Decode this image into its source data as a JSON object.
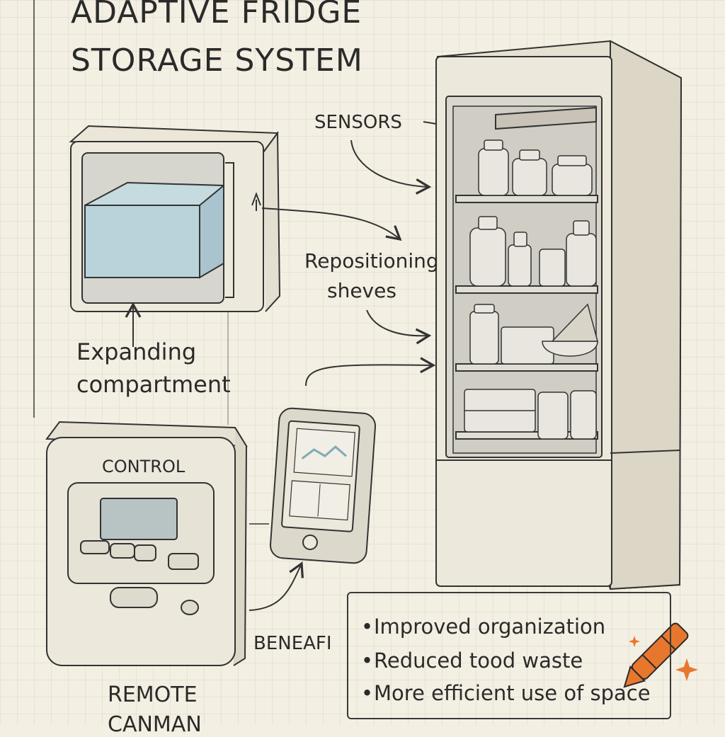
{
  "title": {
    "line1": "ADAPTIVE FRIDGE",
    "line2": "STORAGE SYSTEM"
  },
  "labels": {
    "sensors": "SENSORS",
    "repositioning_line1": "Repositioning",
    "repositioning_line2": "sheves",
    "expanding_line1": "Expanding",
    "expanding_line2": "compartment",
    "control": "CONTROL",
    "benefits": "BENEAFI",
    "remote_line1": "REMOTE",
    "remote_line2": "CANMAN"
  },
  "benefits_list": [
    "Improved organization",
    "Reduced tood waste",
    "More efficient use of space"
  ],
  "icons": [
    "crayon-logo-icon",
    "sparkle-icon"
  ],
  "colors": {
    "paper": "#f3efe2",
    "grid": "#d9d6cc",
    "ink": "#2b2b2b",
    "tint_blue": "#a9c4cf",
    "crayon_orange": "#e8772e"
  }
}
